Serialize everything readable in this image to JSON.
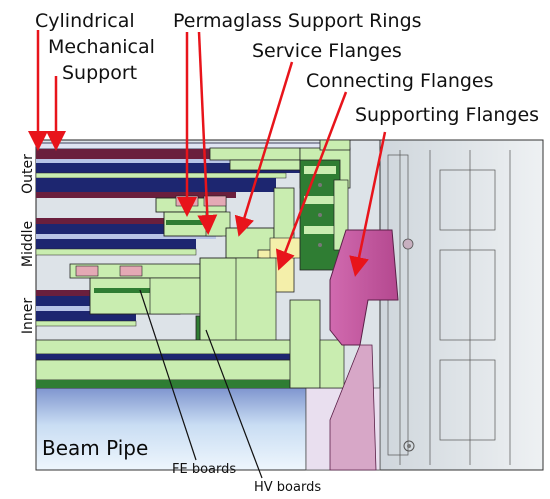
{
  "labels": {
    "cylindrical": "Cylindrical",
    "mechanical": "Mechanical",
    "support": "Support",
    "permaglass": "Permaglass Support Rings",
    "service_flanges": "Service Flanges",
    "connecting_flanges": "Connecting Flanges",
    "supporting_flanges": "Supporting Flanges",
    "outer": "Outer",
    "middle": "Middle",
    "inner": "Inner",
    "beam_pipe": "Beam Pipe",
    "fe_boards": "FE boards",
    "hv_boards": "HV boards"
  },
  "colors": {
    "arrow": "#e8141b",
    "outline": "#1a1a3a",
    "light_green": "#c9edb0",
    "dark_green": "#2f7d33",
    "maroon": "#6a1f3d",
    "navy": "#1d2670",
    "pink": "#c95aa6",
    "yellow": "#f4efaa",
    "sky": "#bcd6ef"
  }
}
